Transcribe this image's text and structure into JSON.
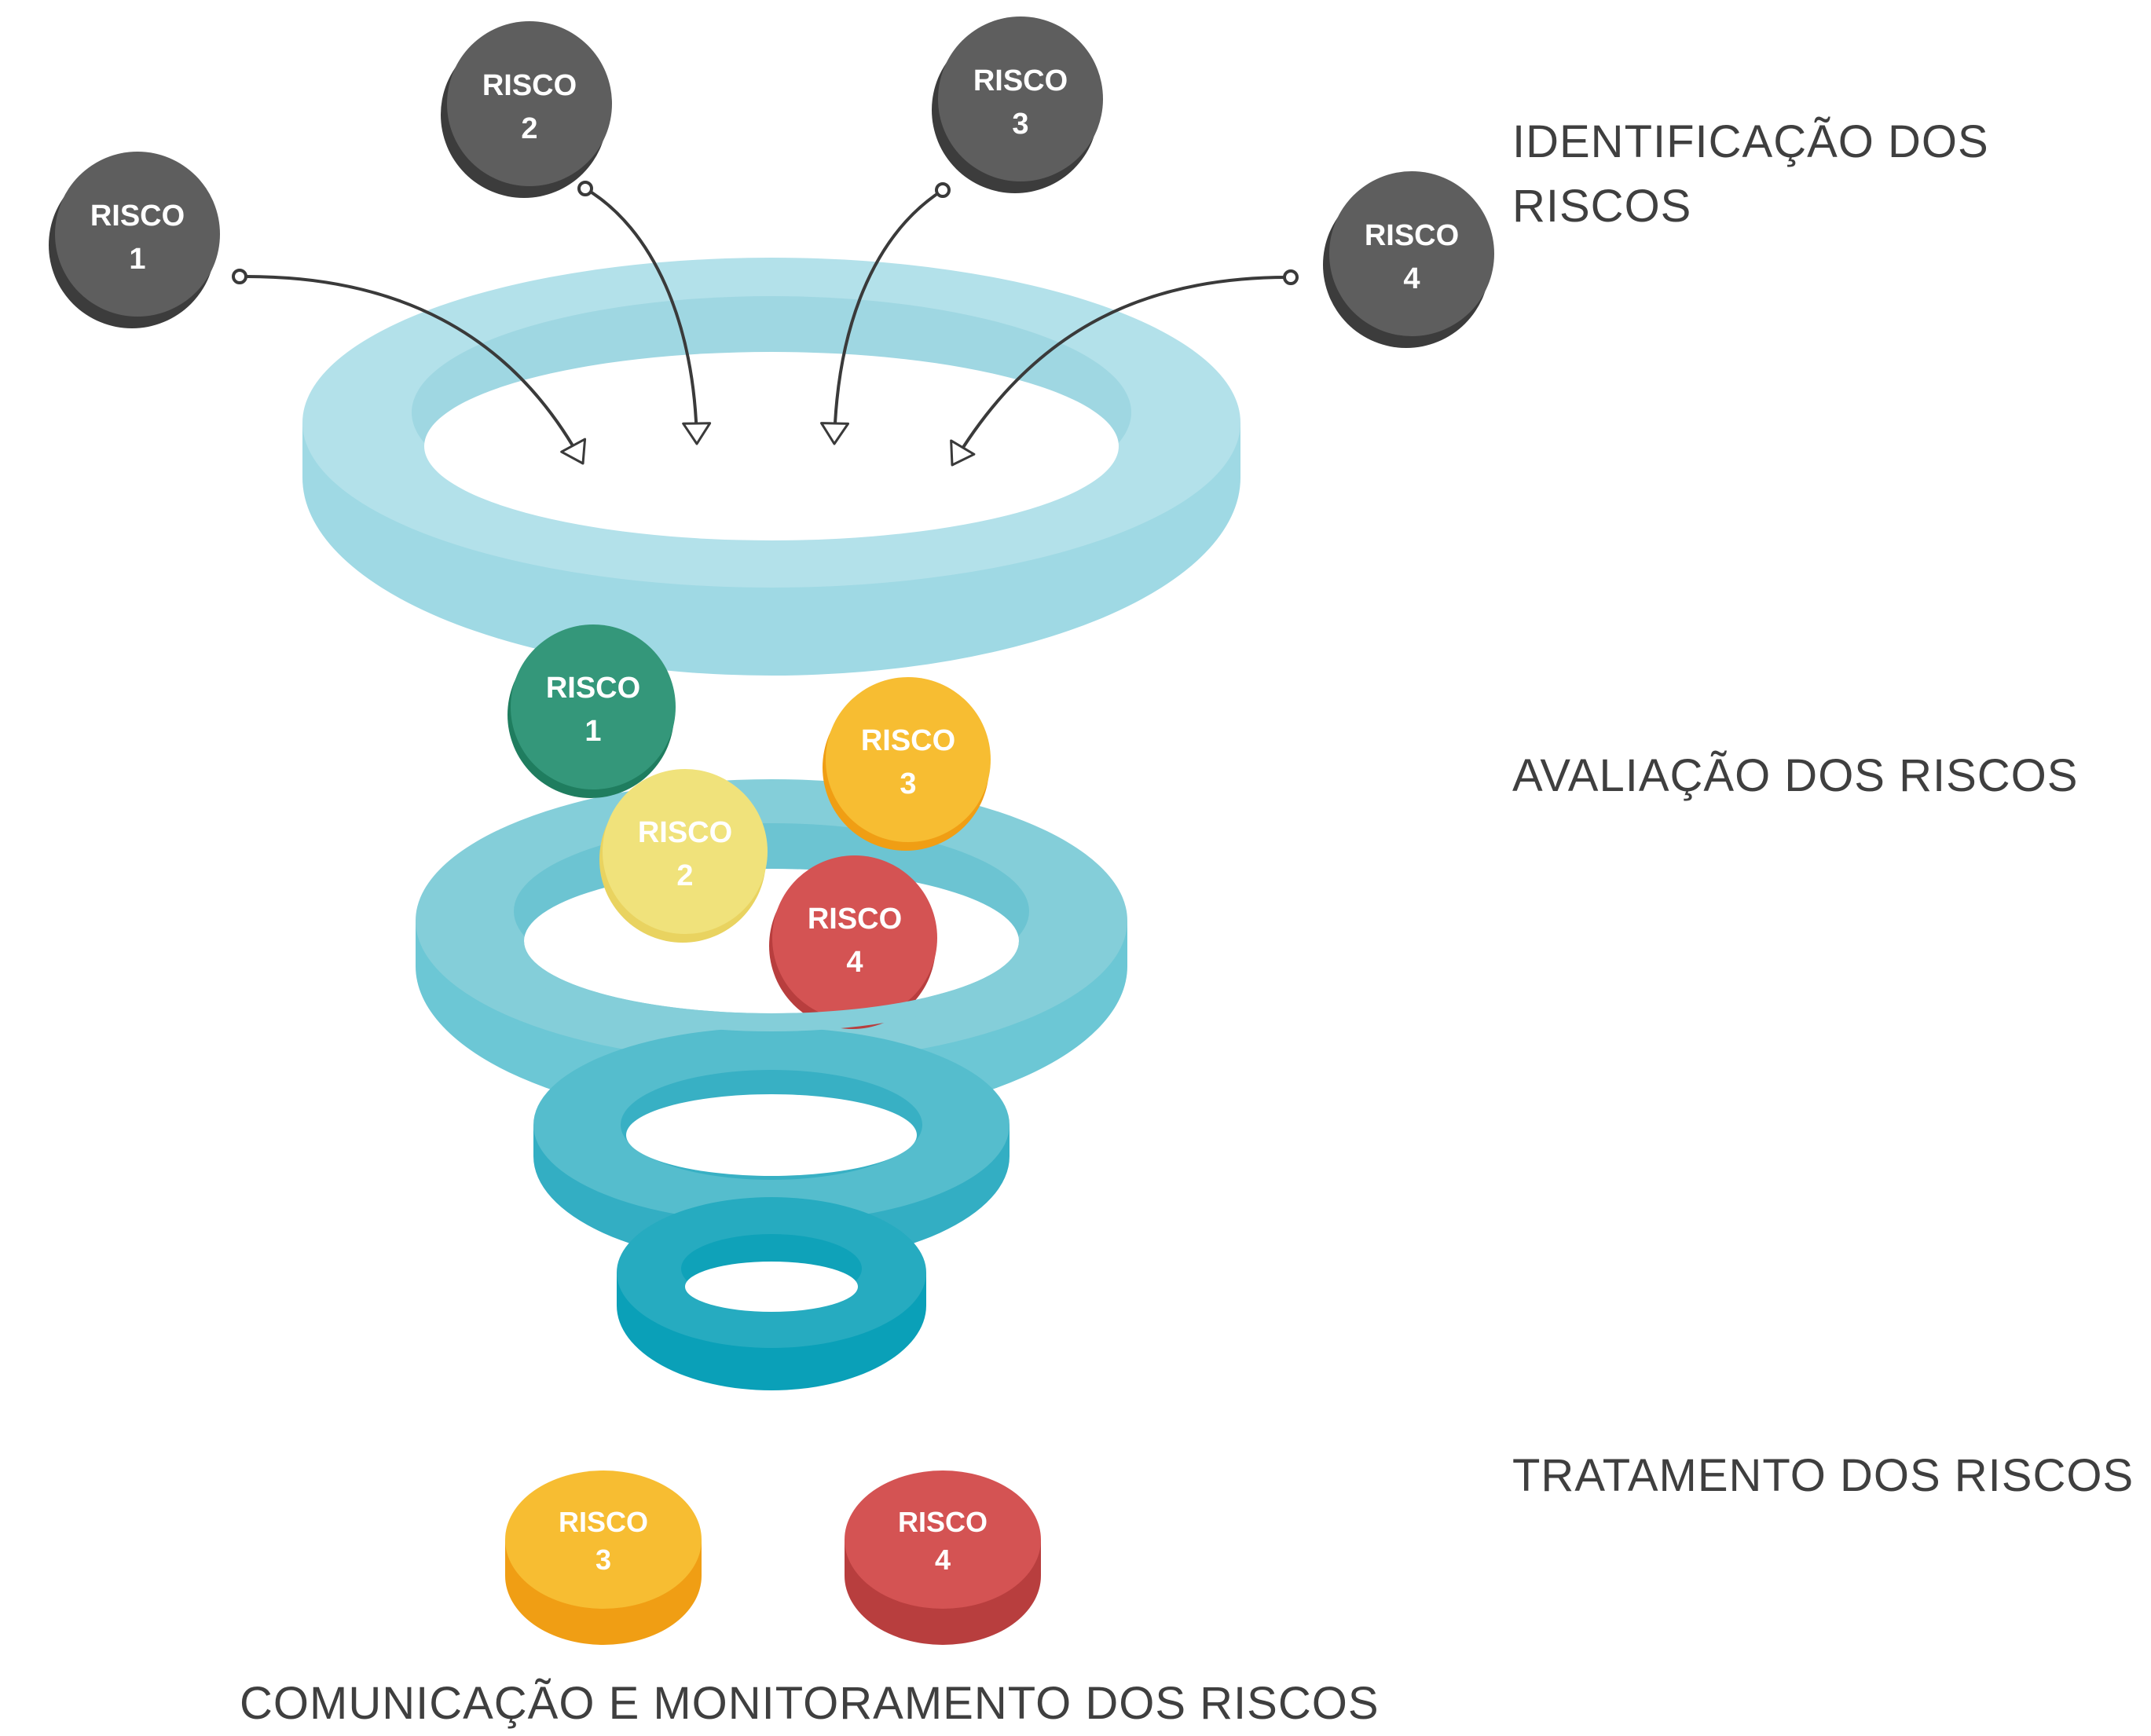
{
  "stages": {
    "identification": {
      "line1": "IDENTIFICAÇÃO DOS",
      "line2": "RISCOS"
    },
    "assessment": "AVALIAÇÃO DOS RISCOS",
    "treatment": "TRATAMENTO DOS RISCOS",
    "communication": "COMUNICAÇÃO E MONITORAMENTO DOS RISCOS"
  },
  "colors": {
    "identified": "#5e5e5e",
    "risk1": "#34977a",
    "risk2": "#f0e27b",
    "risk3": "#f7bd32",
    "risk4": "#d45353",
    "funnel_light": "#b3e1ea",
    "funnel_dark": "#0aa0b8",
    "arrow": "#3a3a3a"
  },
  "risks": {
    "identified": [
      {
        "word": "RISCO",
        "num": "1"
      },
      {
        "word": "RISCO",
        "num": "2"
      },
      {
        "word": "RISCO",
        "num": "3"
      },
      {
        "word": "RISCO",
        "num": "4"
      }
    ],
    "assessed": [
      {
        "word": "RISCO",
        "num": "1"
      },
      {
        "word": "RISCO",
        "num": "2"
      },
      {
        "word": "RISCO",
        "num": "3"
      },
      {
        "word": "RISCO",
        "num": "4"
      }
    ],
    "treated": [
      {
        "word": "RISCO",
        "num": "3"
      },
      {
        "word": "RISCO",
        "num": "4"
      }
    ]
  }
}
